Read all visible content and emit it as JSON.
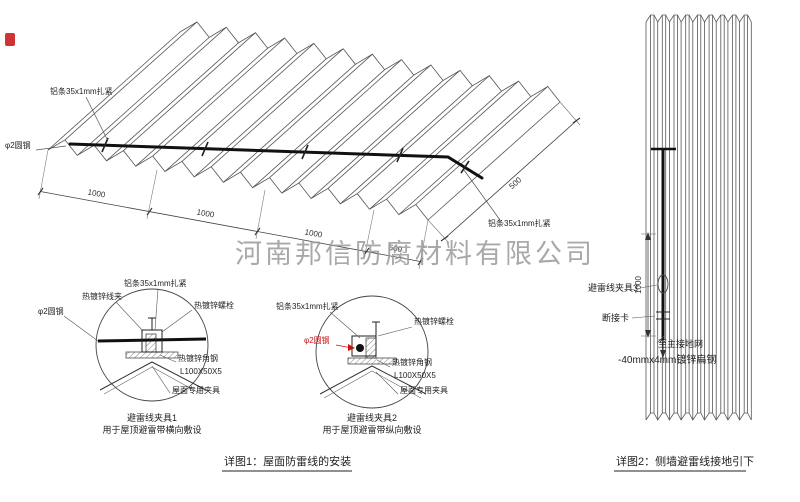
{
  "watermark": {
    "text": "河南邦信防腐材料有限公司"
  },
  "roof": {
    "label_strip_top": "铝条35x1mm扎紧",
    "label_strip_right": "铝条35x1mm扎紧",
    "label_round_steel": "φ2圆钢",
    "dims": [
      "1000",
      "1000",
      "1000",
      "500"
    ],
    "dim_right": "500"
  },
  "detail1": {
    "label_wire_clamp": "热镀锌线夹",
    "label_strip": "铝条35x1mm扎紧",
    "label_bolt": "热镀锌螺栓",
    "label_round_steel": "φ2圆钢",
    "label_angle": "热镀锌角钢",
    "label_angle_spec": "L100X50X5",
    "label_roof_clamp": "屋面专用夹具",
    "title": "避雷线夹具1",
    "subtitle": "用于屋顶避雷带横向敷设"
  },
  "detail2": {
    "label_strip": "铝条35x1mm扎紧",
    "label_bolt": "热镀锌螺栓",
    "label_round_steel": "φ2圆钢",
    "label_angle": "热镀锌角钢",
    "label_angle_spec": "L100X50X5",
    "label_roof_clamp": "屋面专用夹具",
    "title": "避雷线夹具2",
    "subtitle": "用于屋顶避雷带纵向敷设"
  },
  "wall": {
    "label_clamp3": "避雷线夹具3",
    "label_disconnect": "断接卡",
    "label_to_ground": "至主接地网",
    "label_flat_steel": "-40mmx4mm镀锌扁钢",
    "dim": "1000"
  },
  "captions": {
    "detail1": "详图1：屋面防雷线的安装",
    "detail2": "详图2：侧墙避雷线接地引下"
  }
}
